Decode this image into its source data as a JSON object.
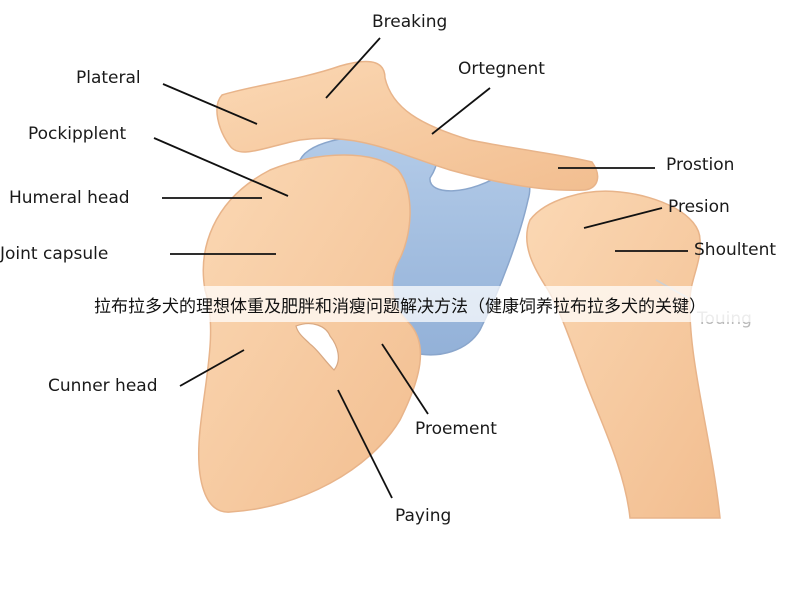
{
  "labels": {
    "breaking": "Breaking",
    "plateral": "Plateral",
    "ortegnent": "Ortegnent",
    "pockipplent": "Pockipplent",
    "prostion": "Prostion",
    "humeral_head": "Humeral head",
    "presion": "Presion",
    "joint_capsule": "Joint capsule",
    "shoultent": "Shoultent",
    "touing": "Touing",
    "cunner_head": "Cunner head",
    "proement": "Proement",
    "paying": "Paying"
  },
  "caption": "拉布拉多犬的理想体重及肥胖和消瘦问题解决方法（健康饲养拉布拉多犬的关键）",
  "colors": {
    "bone": "#f6c9a0",
    "bone_outline": "#e8b48a",
    "capsule": "#a4bfe0",
    "capsule_outline": "#8aa6cc",
    "leader_line": "#111111"
  }
}
